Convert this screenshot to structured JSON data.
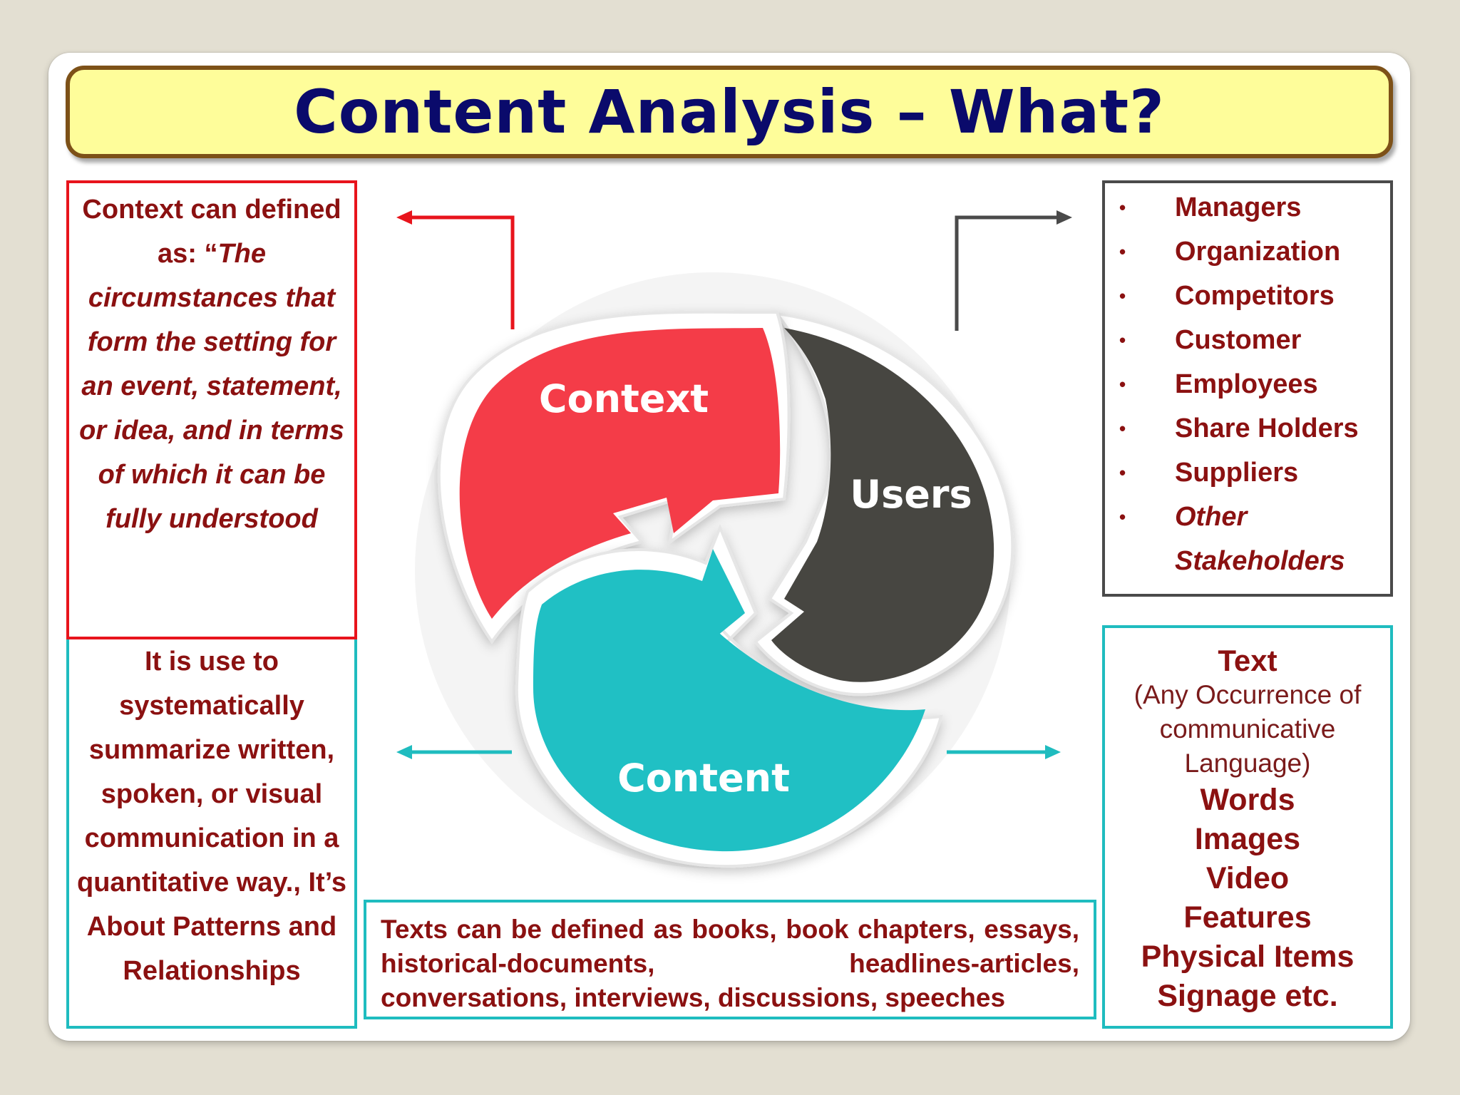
{
  "title": "Content Analysis – What?",
  "context_definition": {
    "lead": "Context can defined as: “",
    "quote": "The circumstances that form the setting for an event, statement, or idea, and in terms of which it can be fully understood"
  },
  "purpose": "It is use to systematically summarize written, spoken, or visual communication in a quantitative way., It’s About Patterns and Relationships",
  "diagram": {
    "context_label": "Context",
    "users_label": "Users",
    "content_label": "Content",
    "colors": {
      "context": "#f43c48",
      "users": "#474641",
      "content": "#20c0c4"
    }
  },
  "users_list": [
    {
      "label": "Managers"
    },
    {
      "label": "Organization"
    },
    {
      "label": "Competitors"
    },
    {
      "label": "Customer"
    },
    {
      "label": "Employees"
    },
    {
      "label": "Share Holders"
    },
    {
      "label": "Suppliers"
    },
    {
      "label": "Other Stakeholders",
      "italic": true
    }
  ],
  "text_types": {
    "heading": "Text",
    "subheading": "(Any Occurrence of communicative Language)",
    "items": [
      "Words",
      "Images",
      "Video",
      "Features",
      "Physical Items",
      "Signage etc."
    ]
  },
  "texts_definition": "Texts can be defined as books, book chapters, essays, historical-documents, headlines-articles, conversations, interviews, discussions, speeches"
}
